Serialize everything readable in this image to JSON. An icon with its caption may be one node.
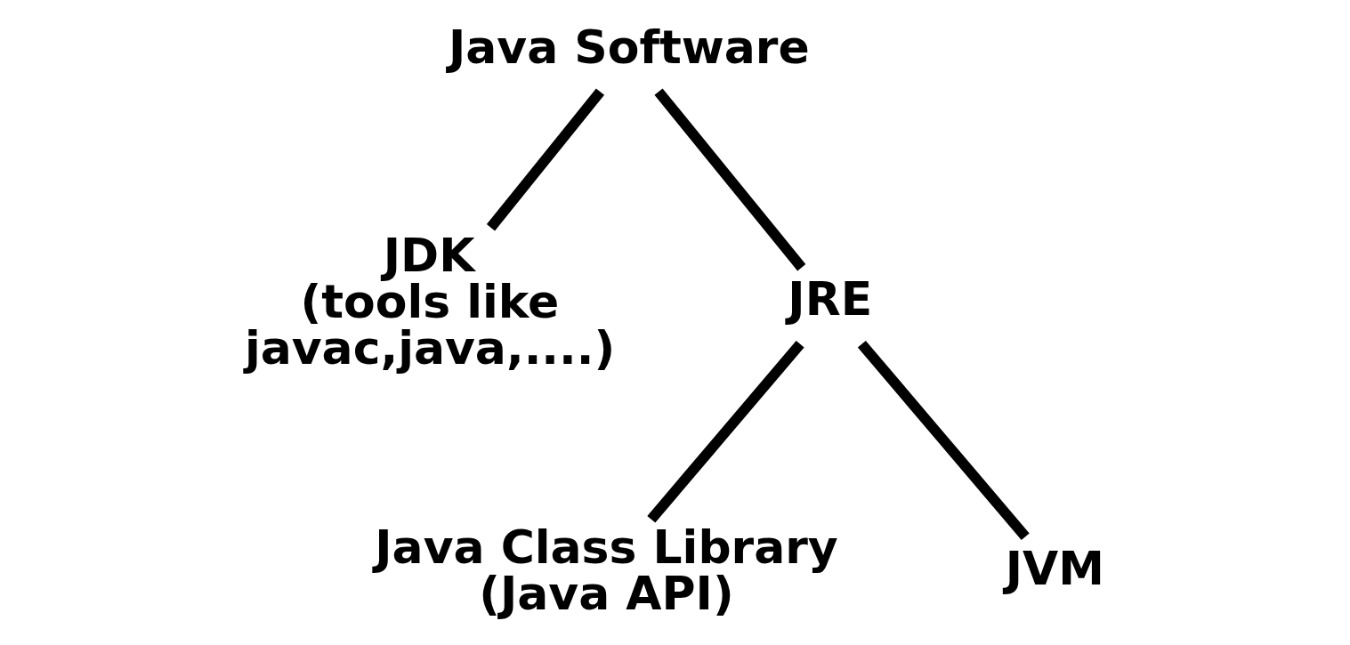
{
  "diagram": {
    "nodes": [
      {
        "text": [
          "Java Software"
        ]
      },
      {
        "text": [
          "JDK"
        ],
        "beside": [
          "(tools like javac,java,....)"
        ]
      },
      {
        "text": [
          "JRE"
        ]
      },
      {
        "text": [
          "Java Class Library (Java API)"
        ]
      },
      {
        "text": [
          "JVM"
        ]
      }
    ],
    "edges": [
      {
        "from": 0,
        "to": 1,
        "arrow": "none"
      },
      {
        "from": 0,
        "to": 2,
        "arrow": "none"
      },
      {
        "from": 2,
        "to": 3,
        "arrow": "none"
      },
      {
        "from": 2,
        "to": 4,
        "arrow": "none"
      }
    ]
  }
}
